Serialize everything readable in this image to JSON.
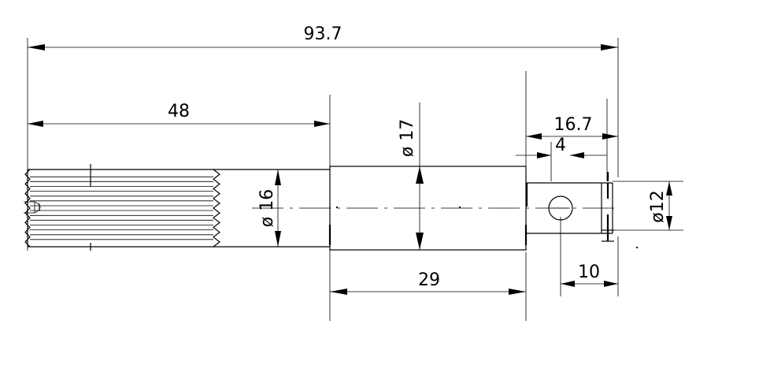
{
  "drawing": {
    "dimensions": {
      "overall_length": "93.7",
      "spline_length": "48",
      "body_length": "29",
      "pin_offset": "16.7",
      "pin_diameter": "4",
      "end_length": "10",
      "spline_diameter": "ø 16",
      "body_diameter": "ø 17",
      "end_diameter": "ø12"
    }
  }
}
